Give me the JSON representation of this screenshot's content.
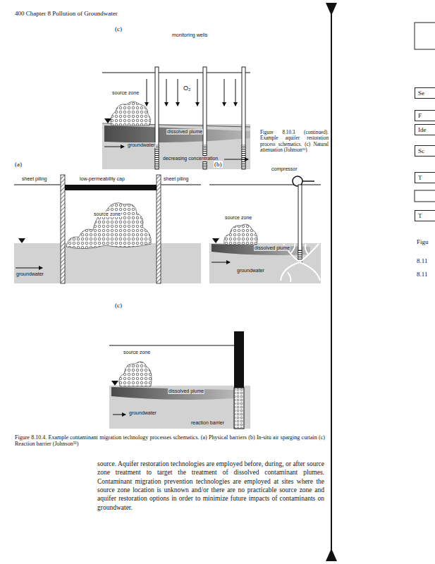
{
  "diagram": {
    "nodes": [
      {
        "text": [
          "Se"
        ]
      },
      {
        "text": [
          "F"
        ]
      },
      {
        "text": [
          "Ide"
        ]
      },
      {
        "text": [
          "Sc"
        ]
      },
      {
        "text": [
          "T"
        ]
      },
      {
        "text": [
          "T"
        ]
      }
    ],
    "edges": [],
    "labels": [
      "400 Chapter 8 Pollution of Groundwater",
      "(c)",
      "monitoring wells",
      "source zone",
      "O₂",
      "dissolved plume",
      "groundwater",
      "decreasing concentration",
      "Figure 8.10.3 (continued). Example aquifer restoration process schematics. (c) Natural attenuation (Johnson⁵¹)",
      "(a)",
      "(b)",
      "sheet piling",
      "low-permeability cap",
      "sheet piling",
      "source zone",
      "groundwater",
      "compressor",
      "source zone",
      "dissolved plume",
      "groundwater",
      "(c)",
      "source zone",
      "dissolved plume",
      "groundwater",
      "reaction barrier",
      "Figure 8.10.4. Example contaminant migration technology processes schematics. (a) Physical barriers (b) In-situ air sparging curtain (c) Reaction barrier (Johnson⁵¹)",
      "source. Aquifer restoration technologies are employed before, during, or after source zone treatment to target the treatment of dissolved contaminant plumes. Contaminant migration prevention technologies are employed at sites where the source zone location is unknown and/or there are no practicable source zone and aquifer restoration options in order to minimize future impacts of contaminants on groundwater.",
      "Figu",
      "8.11",
      "8.11"
    ]
  }
}
